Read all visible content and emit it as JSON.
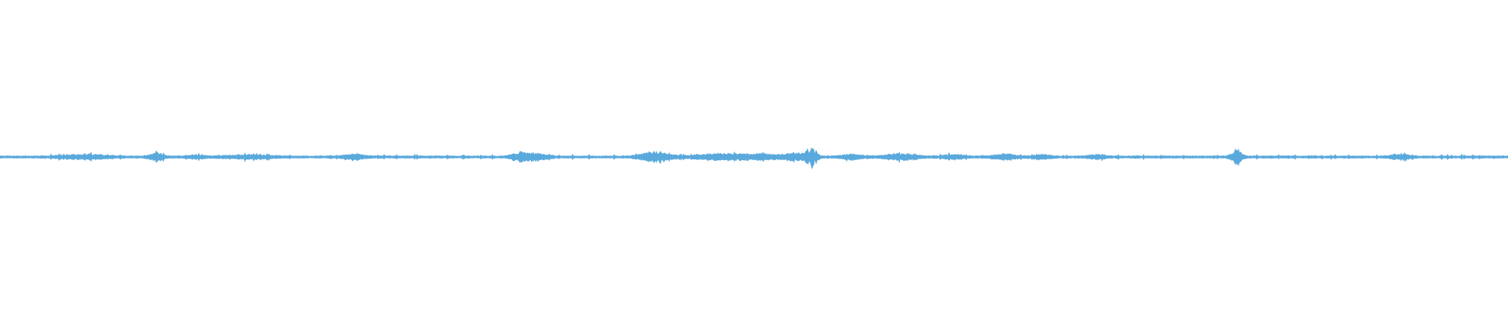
{
  "waveform": {
    "color": "#5aa9dc",
    "background": "#ffffff",
    "peaks": [
      0.03,
      0.03,
      0.03,
      0.03,
      0.03,
      0.03,
      0.03,
      0.03,
      0.03,
      0.03,
      0.03,
      0.03,
      0.03,
      0.03,
      0.03,
      0.03,
      0.03,
      0.03,
      0.03,
      0.03,
      0.03,
      0.03,
      0.03,
      0.03,
      0.03,
      0.03,
      0.03,
      0.03,
      0.03,
      0.03,
      0.03,
      0.03,
      0.03,
      0.03,
      0.03,
      0.03,
      0.03,
      0.03,
      0.03,
      0.03,
      0.03,
      0.03,
      0.03,
      0.04,
      0.05,
      0.03,
      0.03,
      0.03,
      0.03,
      0.03,
      0.04,
      0.03,
      0.03,
      0.03,
      0.03,
      0.03,
      0.03,
      0.03,
      0.03,
      0.03,
      0.03,
      0.03,
      0.04,
      0.03,
      0.03,
      0.03,
      0.03,
      0.03,
      0.03,
      0.03,
      0.03,
      0.03,
      0.03,
      0.03,
      0.03,
      0.03,
      0.03,
      0.03,
      0.03,
      0.03,
      0.03,
      0.03,
      0.03,
      0.03,
      0.03,
      0.03,
      0.03,
      0.03,
      0.03,
      0.03,
      0.03,
      0.03,
      0.03,
      0.03,
      0.03,
      0.03,
      0.03,
      0.03,
      0.03,
      0.03,
      0.03,
      0.03,
      0.03,
      0.03,
      0.03,
      0.03,
      0.03,
      0.03,
      0.03,
      0.03,
      0.03,
      0.03,
      0.03,
      0.03,
      0.03,
      0.03,
      0.03,
      0.03,
      0.03,
      0.03,
      0.03,
      0.03,
      0.03,
      0.03,
      0.03,
      0.03,
      0.03,
      0.03,
      0.03,
      0.03,
      0.03,
      0.03,
      0.03,
      0.03,
      0.03,
      0.03,
      0.03,
      0.03,
      0.03,
      0.03,
      0.03,
      0.03,
      0.03,
      0.03,
      0.03,
      0.03,
      0.03,
      0.03,
      0.03,
      0.03,
      0.03,
      0.03,
      0.03,
      0.03,
      0.03,
      0.03,
      0.03,
      0.03,
      0.03,
      0.03,
      0.03,
      0.03,
      0.03,
      0.03,
      0.03,
      0.03,
      0.03,
      0.03,
      0.03,
      0.03,
      0.03,
      0.03,
      0.03,
      0.03,
      0.03,
      0.03,
      0.03,
      0.03,
      0.03,
      0.03,
      0.03,
      0.03,
      0.03,
      0.03,
      0.03,
      0.03,
      0.03,
      0.03,
      0.03,
      0.03,
      0.03,
      0.03,
      0.03,
      0.03,
      0.03,
      0.03,
      0.03,
      0.03,
      0.03,
      0.03
    ],
    "events": [
      {
        "at": 0.056,
        "amp": 0.12,
        "width": 0.025
      },
      {
        "at": 0.104,
        "amp": 0.22,
        "width": 0.008
      },
      {
        "at": 0.13,
        "amp": 0.1,
        "width": 0.01
      },
      {
        "at": 0.165,
        "amp": 0.1,
        "width": 0.025
      },
      {
        "at": 0.235,
        "amp": 0.13,
        "width": 0.012
      },
      {
        "at": 0.345,
        "amp": 0.23,
        "width": 0.01
      },
      {
        "at": 0.356,
        "amp": 0.16,
        "width": 0.012
      },
      {
        "at": 0.435,
        "amp": 0.3,
        "width": 0.016
      },
      {
        "at": 0.47,
        "amp": 0.14,
        "width": 0.02
      },
      {
        "at": 0.49,
        "amp": 0.13,
        "width": 0.02
      },
      {
        "at": 0.51,
        "amp": 0.12,
        "width": 0.02
      },
      {
        "at": 0.527,
        "amp": 0.18,
        "width": 0.01
      },
      {
        "at": 0.538,
        "amp": 0.52,
        "width": 0.006
      },
      {
        "at": 0.565,
        "amp": 0.14,
        "width": 0.012
      },
      {
        "at": 0.598,
        "amp": 0.16,
        "width": 0.018
      },
      {
        "at": 0.633,
        "amp": 0.14,
        "width": 0.01
      },
      {
        "at": 0.666,
        "amp": 0.17,
        "width": 0.012
      },
      {
        "at": 0.69,
        "amp": 0.12,
        "width": 0.01
      },
      {
        "at": 0.727,
        "amp": 0.1,
        "width": 0.01
      },
      {
        "at": 0.82,
        "amp": 0.4,
        "width": 0.006
      },
      {
        "at": 0.928,
        "amp": 0.14,
        "width": 0.01
      }
    ]
  }
}
